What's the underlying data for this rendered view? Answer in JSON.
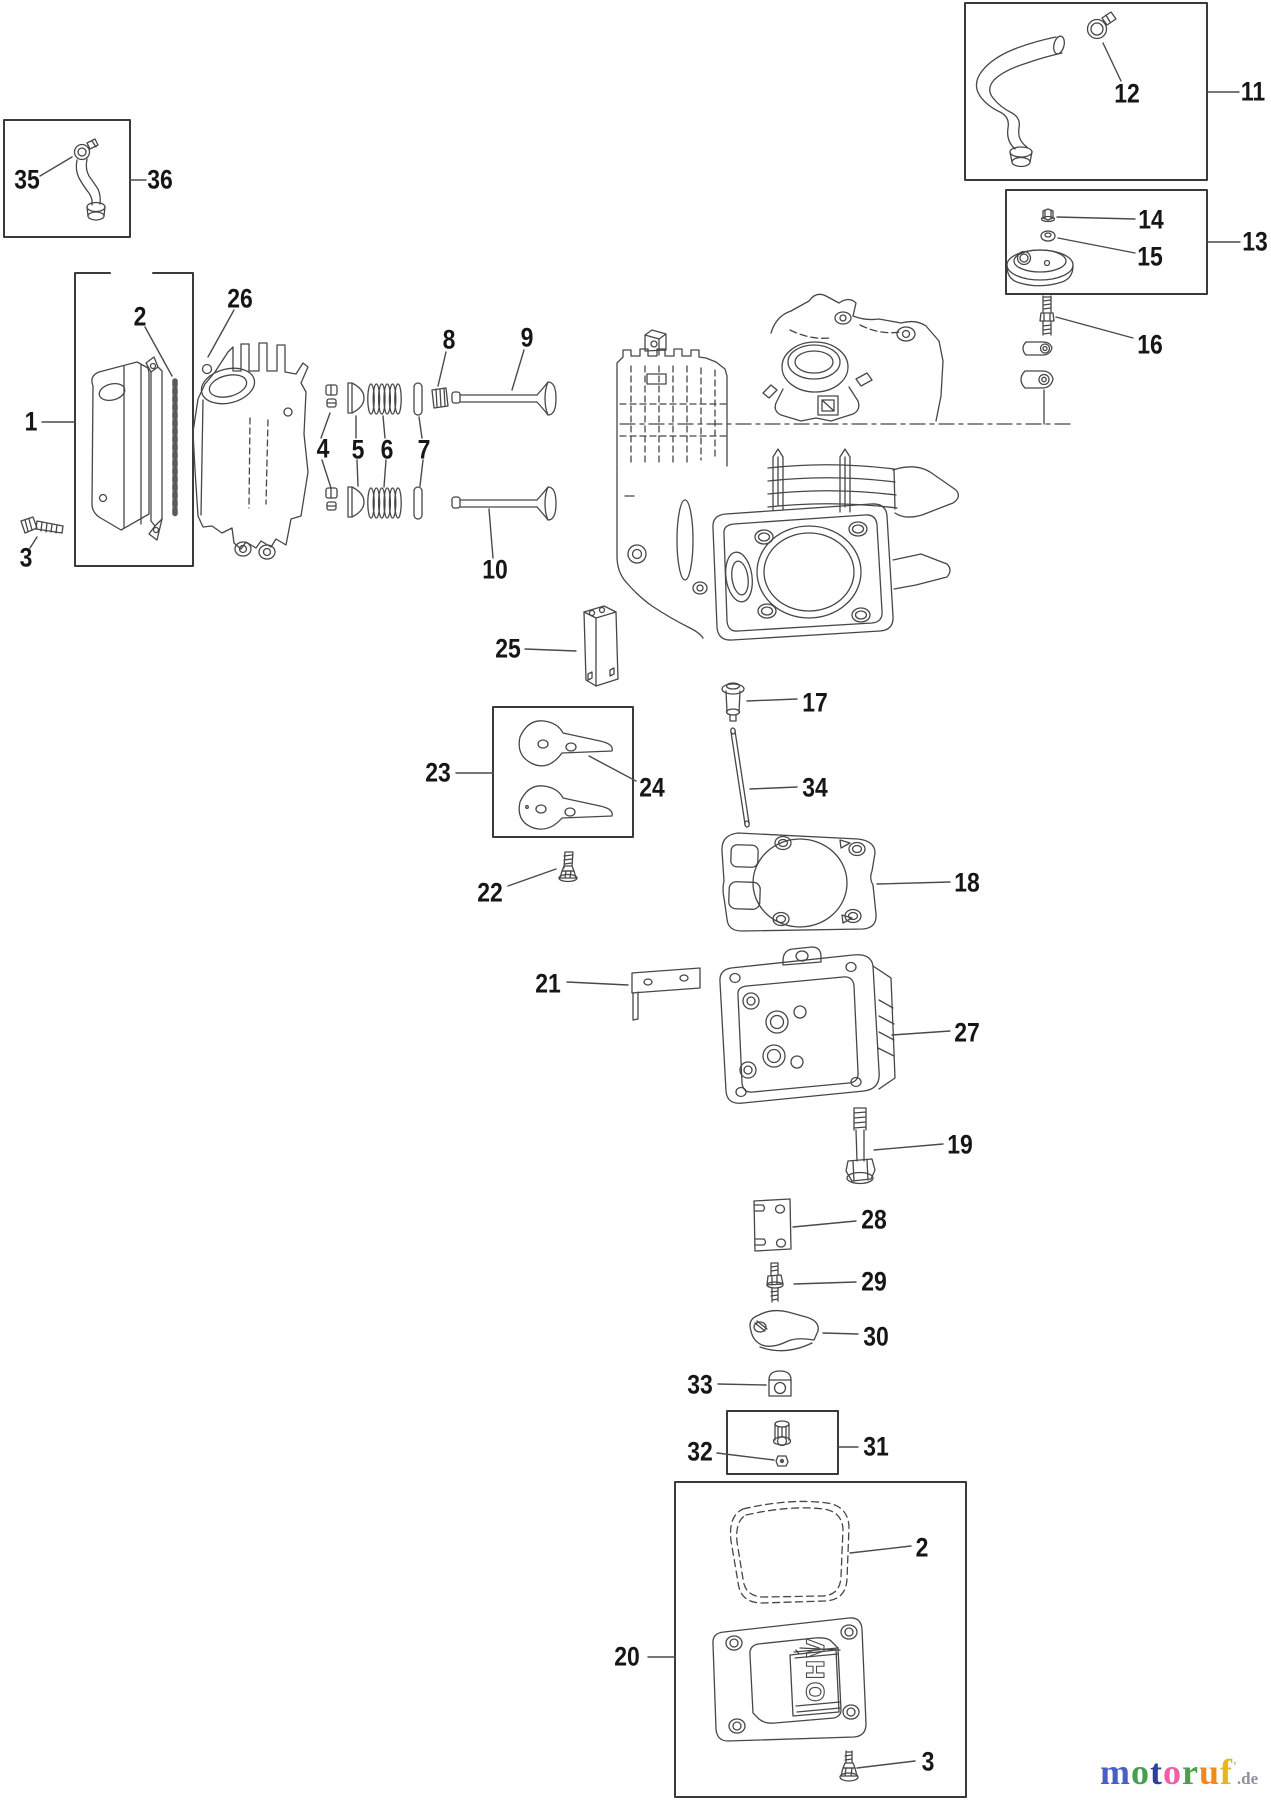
{
  "callouts": {
    "c1": "1",
    "c2a": "2",
    "c2b": "2",
    "c3a": "3",
    "c3b": "3",
    "c4": "4",
    "c5": "5",
    "c6": "6",
    "c7": "7",
    "c8": "8",
    "c9": "9",
    "c10": "10",
    "c11": "11",
    "c12": "12",
    "c13": "13",
    "c14": "14",
    "c15": "15",
    "c16": "16",
    "c17": "17",
    "c18": "18",
    "c19": "19",
    "c20": "20",
    "c21": "21",
    "c22": "22",
    "c23": "23",
    "c24": "24",
    "c25": "25",
    "c26": "26",
    "c27": "27",
    "c28": "28",
    "c29": "29",
    "c30": "30",
    "c31": "31",
    "c32": "32",
    "c33": "33",
    "c34": "34",
    "c35": "35",
    "c36": "36"
  },
  "cover_text": {
    "value": "OHV"
  },
  "colors": {
    "ink": "#474747",
    "box": "#3a3a3a",
    "label": "#161616",
    "background": "#ffffff"
  },
  "watermark": {
    "letters": [
      {
        "ch": "m",
        "color": "#4a5fc4"
      },
      {
        "ch": "o",
        "color": "#42a04f"
      },
      {
        "ch": "t",
        "color": "#2b3fa0"
      },
      {
        "ch": "o",
        "color": "#ef5fa8"
      },
      {
        "ch": "r",
        "color": "#48a24e"
      },
      {
        "ch": "u",
        "color": "#ee8a1c"
      },
      {
        "ch": "f",
        "color": "#eab41c"
      }
    ],
    "tick": "'",
    "tick_color": "#b0b3b8",
    "suffix": ".de",
    "suffix_color": "#8d929b"
  }
}
